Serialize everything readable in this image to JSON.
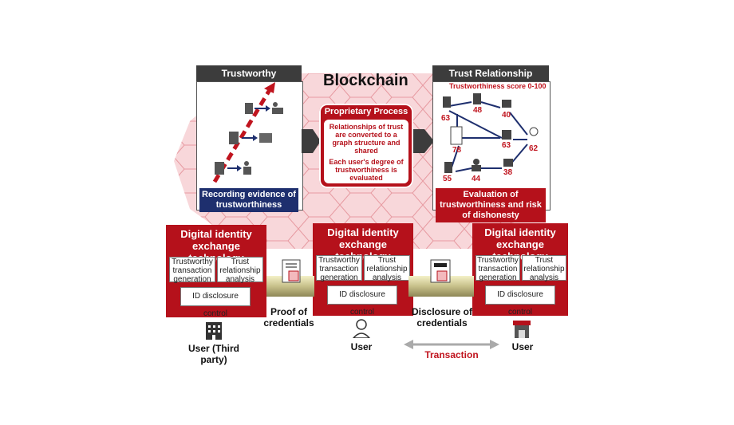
{
  "blockchain_label": "Blockchain",
  "left_panel": {
    "title": "Trustworthy Transactions",
    "caption": "Recording evidence of trustworthiness"
  },
  "proprietary": {
    "title": "Proprietary Process",
    "text1": "Relationships of trust are converted to a graph structure and shared",
    "text2": "Each user's degree of trustworthiness is evaluated"
  },
  "right_panel": {
    "title": "Trust Relationship Analysis",
    "score_label": "Trustworthiness score 0-100",
    "scores": [
      "63",
      "48",
      "40",
      "78",
      "63",
      "62",
      "55",
      "44",
      "38"
    ],
    "caption": "Evaluation of trustworthiness and risk of dishonesty"
  },
  "did_modules": [
    {
      "title": "Digital identity exchange technology",
      "gen": "Trustworthy transaction generation",
      "analysis": "Trust relationship analysis",
      "disclosure": "ID disclosure control"
    },
    {
      "title": "Digital identity exchange technology",
      "gen": "Trustworthy transaction generation",
      "analysis": "Trust relationship analysis",
      "disclosure": "ID disclosure control"
    },
    {
      "title": "Digital identity exchange technology",
      "gen": "Trustworthy transaction generation",
      "analysis": "Trust relationship analysis",
      "disclosure": "ID disclosure control"
    }
  ],
  "proof_label": "Proof of credentials",
  "disclosure_label": "Disclosure of credentials",
  "users": [
    {
      "label": "User (Third party)",
      "icon": "building-icon"
    },
    {
      "label": "User",
      "icon": "person-icon"
    },
    {
      "label": "User",
      "icon": "store-icon"
    }
  ],
  "transaction_label": "Transaction",
  "colors": {
    "red": "#b5111b",
    "navy": "#1e2f6e",
    "dark": "#3c3c3c",
    "hex_bg": "#f6cfd2"
  }
}
